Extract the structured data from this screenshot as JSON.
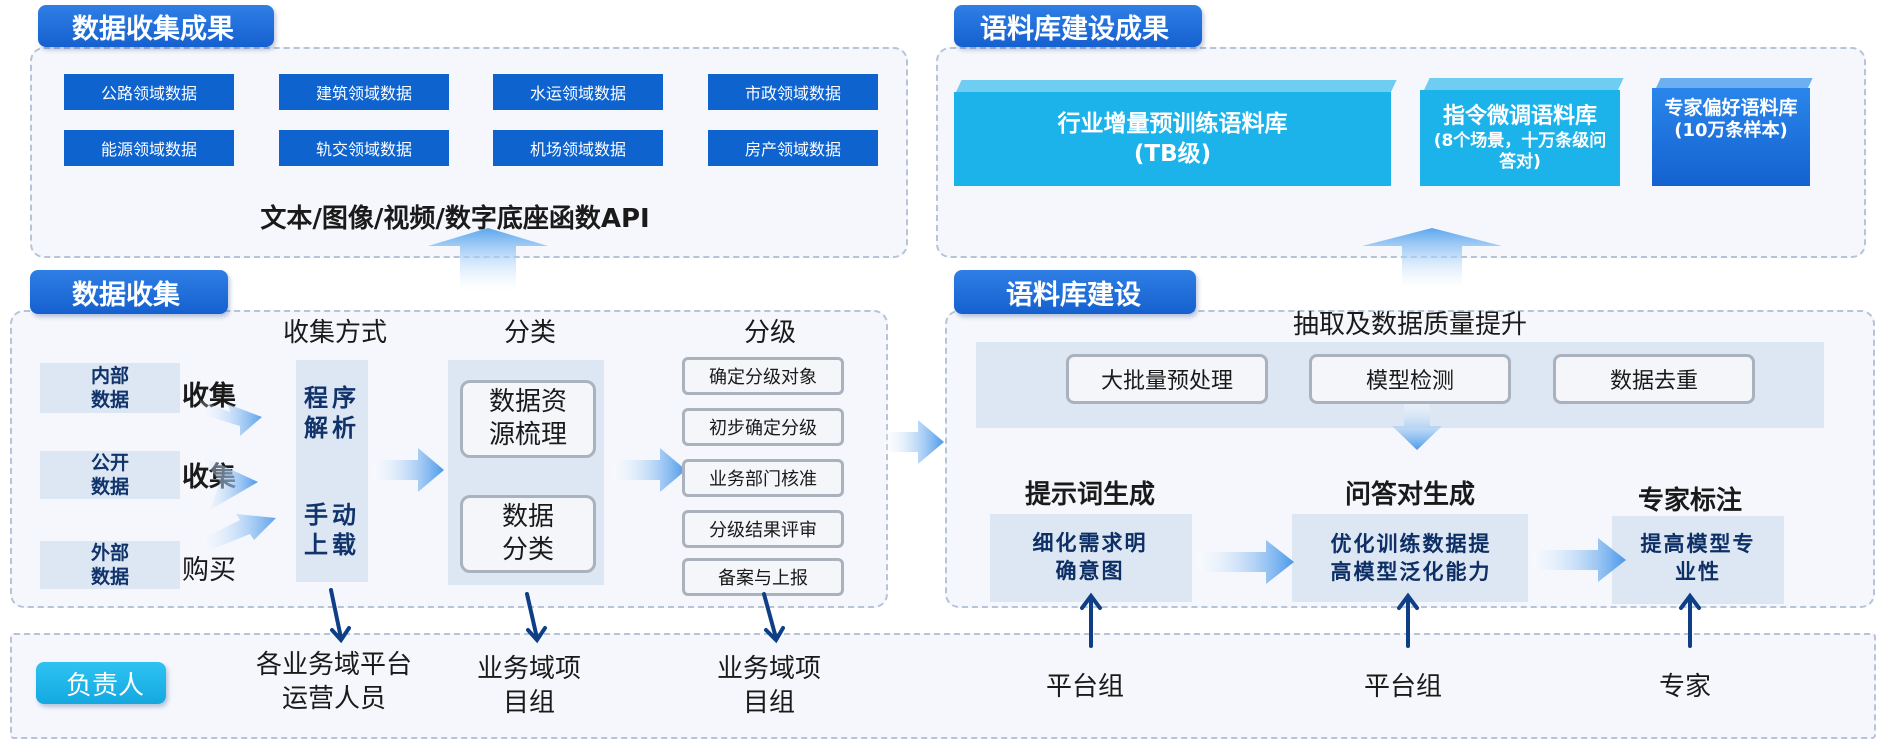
{
  "collection_results": {
    "tag": "数据收集成果",
    "domains": [
      "公路领域数据",
      "建筑领域数据",
      "水运领域数据",
      "市政领域数据",
      "能源领域数据",
      "轨交领域数据",
      "机场领域数据",
      "房产领域数据"
    ],
    "api_label": "文本/图像/视频/数字底座函数API"
  },
  "collection": {
    "tag": "数据收集",
    "sources": [
      {
        "label": "内部数据",
        "method": "收集"
      },
      {
        "label": "公开数据",
        "method": "收集"
      },
      {
        "label": "外部数据",
        "method": "购买"
      }
    ],
    "method_title": "收集方式",
    "methods": [
      "程序解析",
      "手动上载"
    ],
    "classify_title": "分类",
    "classify_items": [
      "数据资源梳理",
      "数据分类"
    ],
    "grade_title": "分级",
    "grade_items": [
      "确定分级对象",
      "初步确定分级",
      "业务部门核准",
      "分级结果评审",
      "备案与上报"
    ]
  },
  "corpus_results": {
    "tag": "语料库建设成果",
    "items": [
      {
        "title": "行业增量预训练语料库",
        "sub": "(TB级)"
      },
      {
        "title": "指令微调语料库",
        "sub": "(8个场景，十万条级问答对)"
      },
      {
        "title": "专家偏好语料库",
        "sub": "(10万条样本)"
      }
    ]
  },
  "corpus_build": {
    "tag": "语料库建设",
    "extract_title": "抽取及数据质量提升",
    "processes": [
      "大批量预处理",
      "模型检测",
      "数据去重"
    ],
    "stages": [
      {
        "title": "提示词生成",
        "result": "细化需求明确意图"
      },
      {
        "title": "问答对生成",
        "result": "优化训练数据提高模型泛化能力"
      },
      {
        "title": "专家标注",
        "result": "提高模型专业性"
      }
    ]
  },
  "owners": {
    "tag": "负责人",
    "items": [
      "各业务域平台运营人员",
      "业务域项目组",
      "业务域项目组",
      "平台组",
      "平台组",
      "专家"
    ]
  },
  "colors": {
    "accent": "#1560cf",
    "cyan": "#14a8e0",
    "arrow": "#0e3f86",
    "panel_border": "#b7c3d6"
  }
}
